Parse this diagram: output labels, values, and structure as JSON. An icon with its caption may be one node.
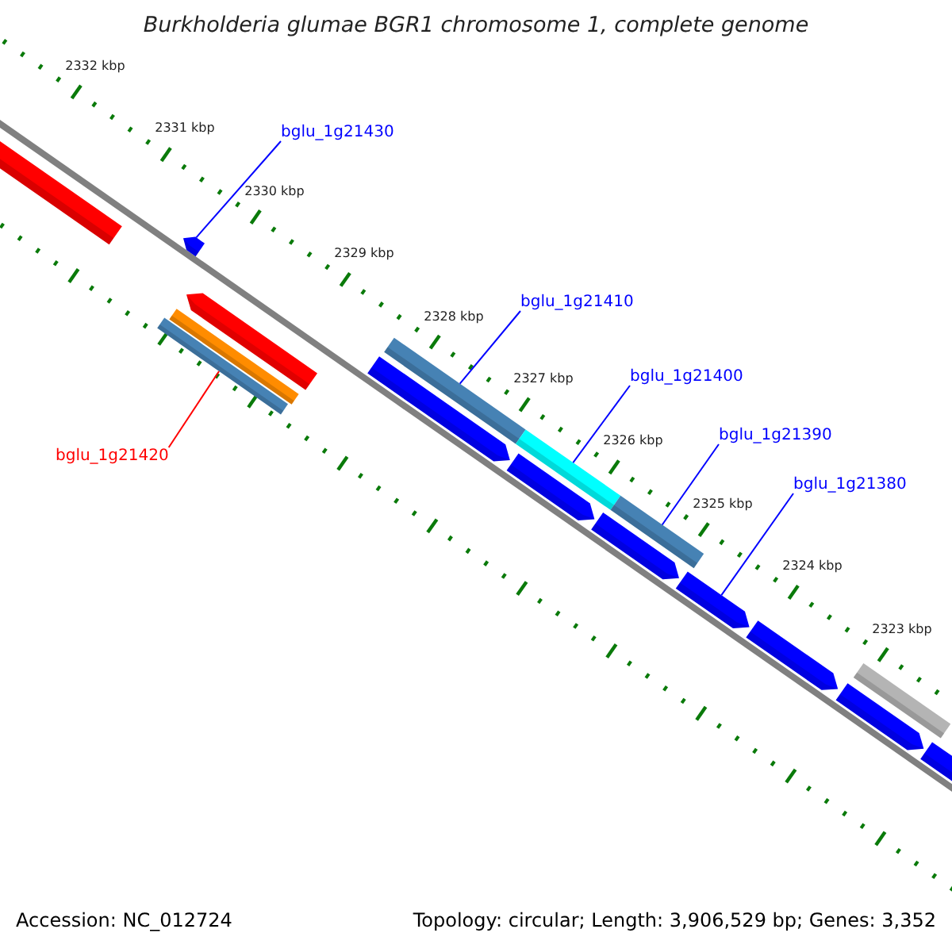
{
  "diagram": {
    "title": "Burkholderia glumae BGR1 chromosome 1, complete genome",
    "nodes": [
      {
        "text": [
          "bglu_1g21430"
        ]
      },
      {
        "text": [
          "bglu_1g21410"
        ]
      },
      {
        "text": [
          "bglu_1g21400"
        ]
      },
      {
        "text": [
          "bglu_1g21390"
        ]
      },
      {
        "text": [
          "bglu_1g21420"
        ]
      },
      {
        "text": [
          "bglu_1g21380"
        ]
      },
      {
        "text": [],
        "shape": "bar"
      },
      {
        "text": [],
        "shape": "pentagon"
      },
      {
        "text": [],
        "shape": "pentagon"
      },
      {
        "text": [],
        "shape": "bar"
      },
      {
        "text": [],
        "shape": "bar"
      },
      {
        "text": [],
        "shape": "bar"
      },
      {
        "text": [],
        "shape": "pentagon"
      },
      {
        "text": [],
        "shape": "bar"
      },
      {
        "text": [],
        "shape": "pentagon"
      },
      {
        "text": [],
        "shape": "bar"
      },
      {
        "text": [],
        "shape": "pentagon"
      },
      {
        "text": [],
        "shape": "pentagon"
      },
      {
        "text": [],
        "shape": "pentagon"
      },
      {
        "text": [],
        "shape": "bar"
      },
      {
        "text": [],
        "shape": "pentagon"
      },
      {
        "text": [],
        "shape": "pentagon"
      }
    ],
    "edges": [
      {
        "from": 0,
        "to": 7,
        "arrow": "none"
      },
      {
        "from": 1,
        "to": 11,
        "arrow": "none"
      },
      {
        "from": 2,
        "to": 13,
        "arrow": "none"
      },
      {
        "from": 3,
        "to": 15,
        "arrow": "none"
      },
      {
        "from": 4,
        "to": 10,
        "arrow": "none",
        "color": "#ff0000"
      },
      {
        "from": 5,
        "to": 17,
        "arrow": "none"
      }
    ],
    "labels": [
      "2332 kbp",
      "2331 kbp",
      "2330 kbp",
      "2329 kbp",
      "2328 kbp",
      "2327 kbp",
      "2326 kbp",
      "2325 kbp",
      "2324 kbp",
      "2323 kbp",
      "Accession: NC_012724",
      "Topology: circular; Length: 3,906,529 bp; Genes: 3,352"
    ]
  }
}
